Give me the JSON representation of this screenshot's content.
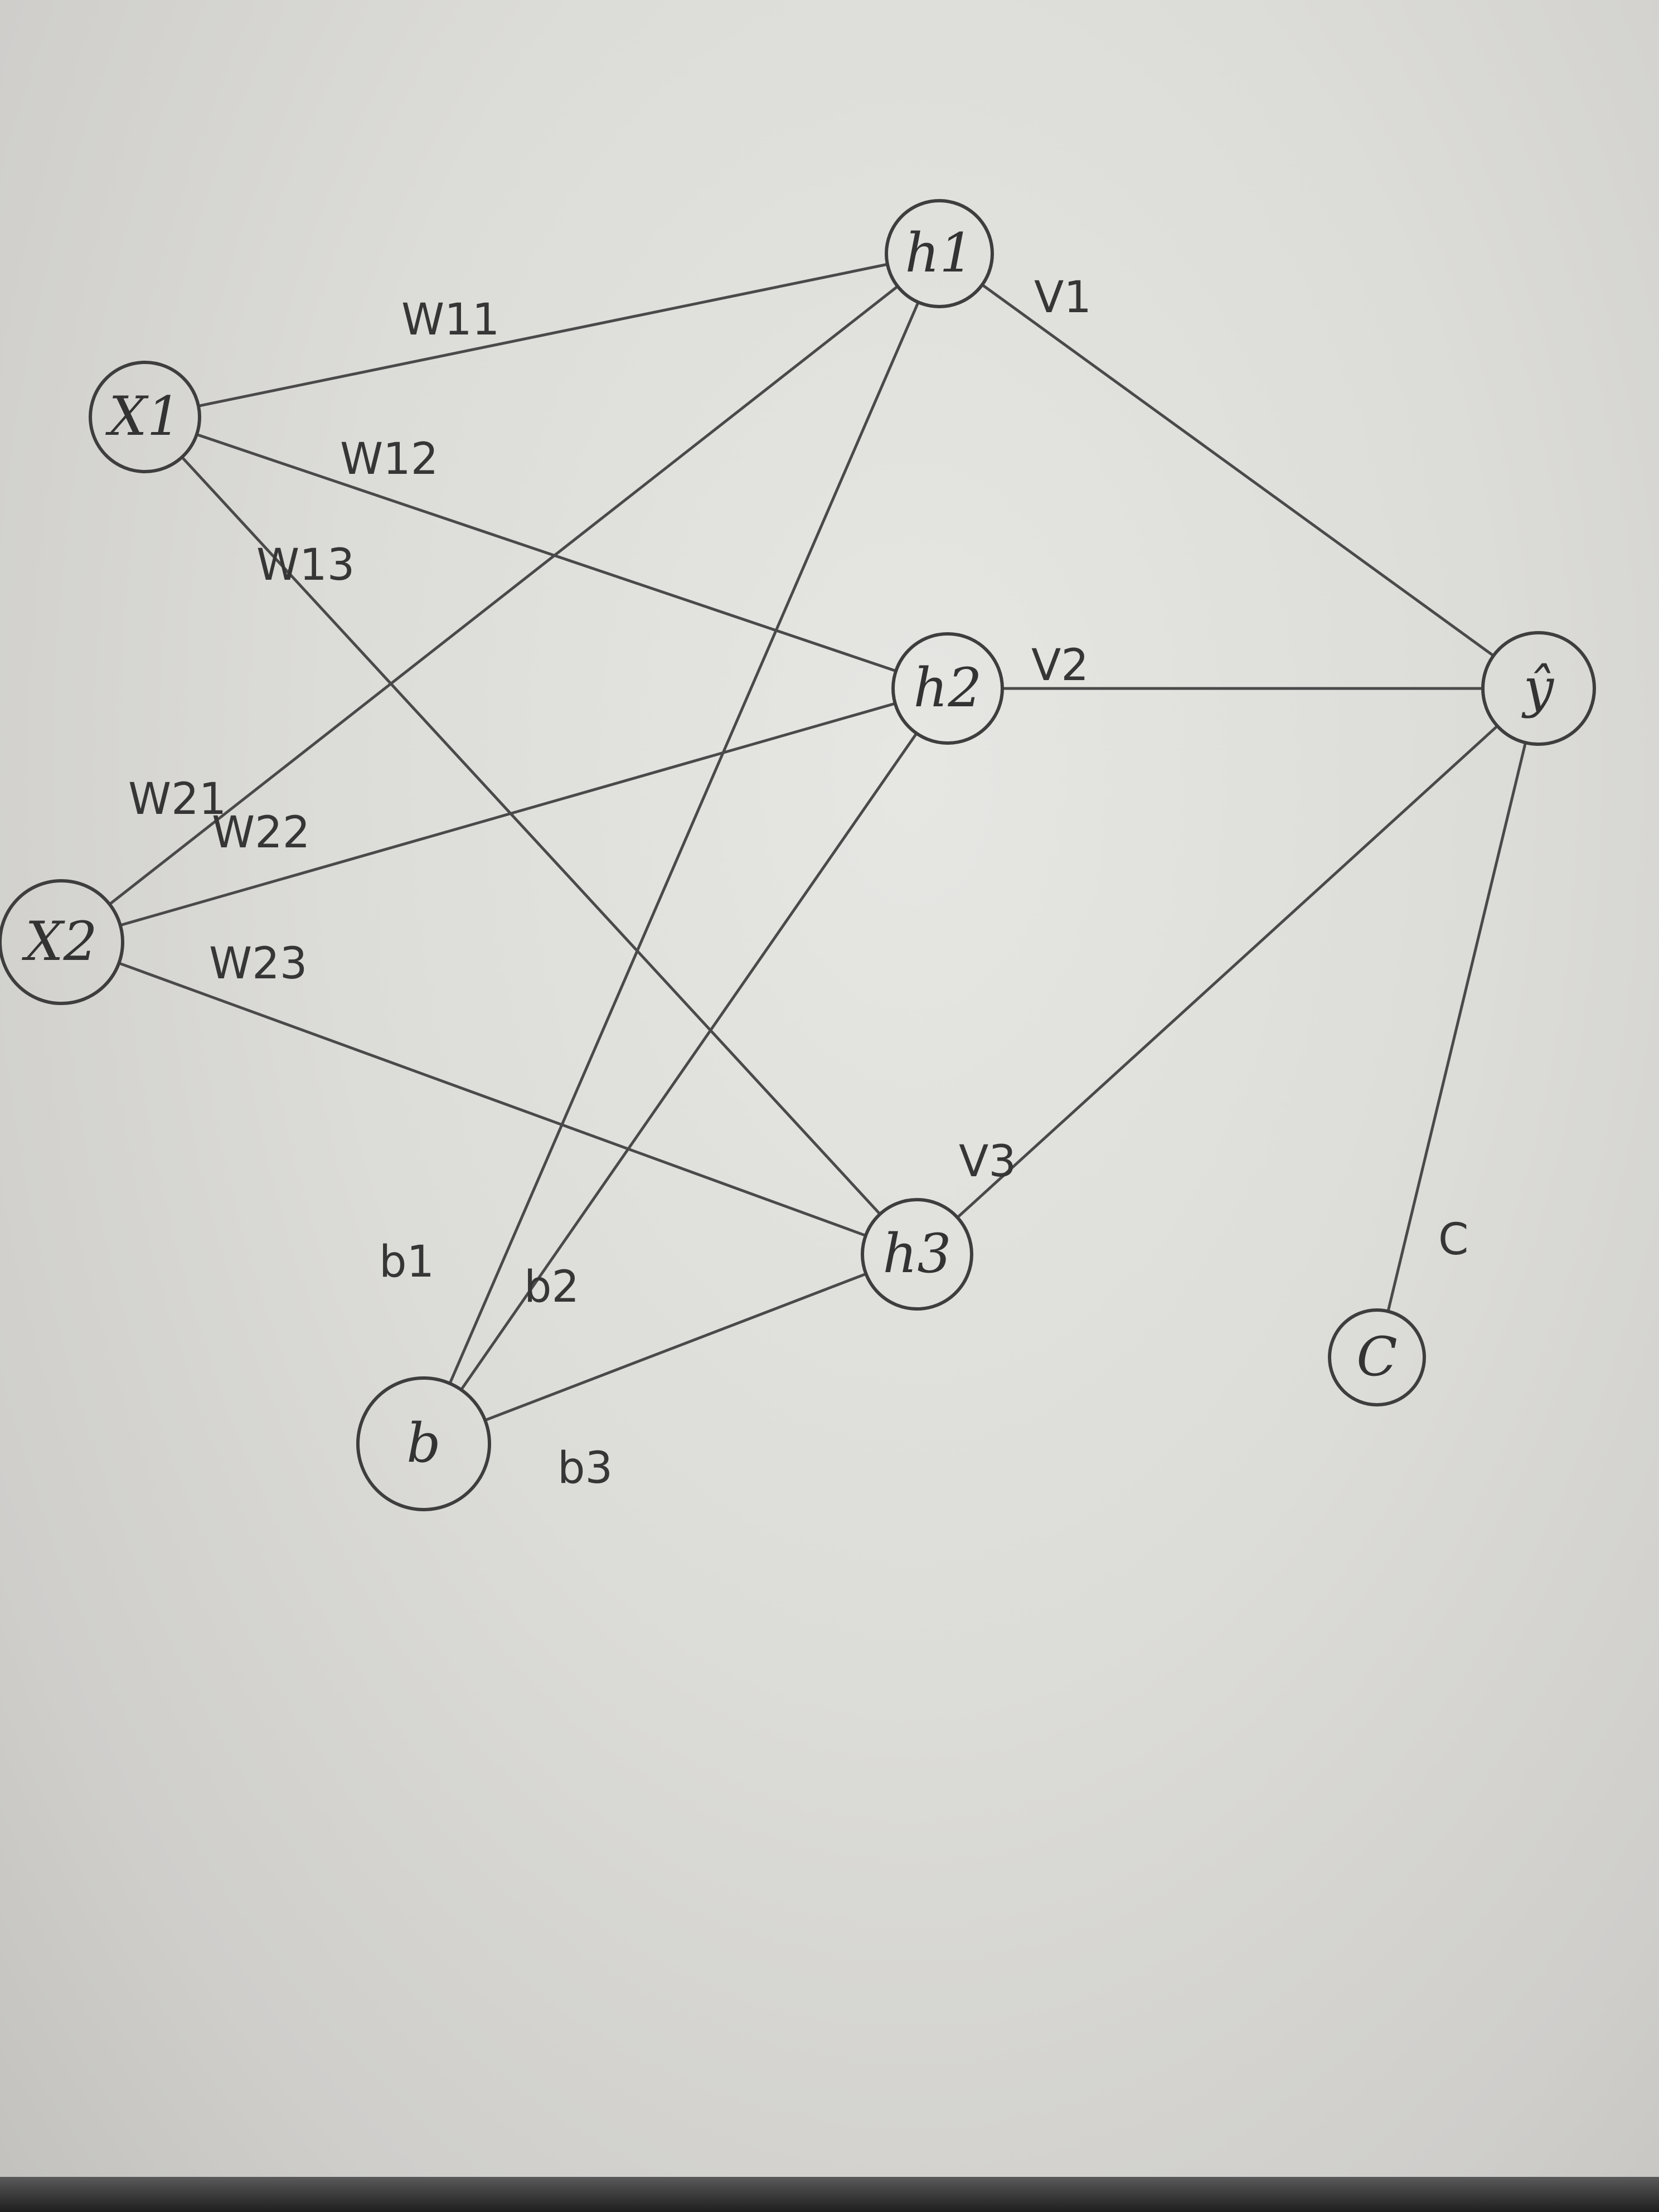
{
  "nodes": [
    {
      "id": "x1",
      "label": "X1"
    },
    {
      "id": "x2",
      "label": "X2"
    },
    {
      "id": "h1",
      "label": "h1"
    },
    {
      "id": "h2",
      "label": "h2"
    },
    {
      "id": "h3",
      "label": "h3"
    },
    {
      "id": "y",
      "label": "ŷ"
    },
    {
      "id": "b",
      "label": "b"
    },
    {
      "id": "c",
      "label": "C"
    }
  ],
  "edges": [
    {
      "from": "x1",
      "to": "h1",
      "label": "W11"
    },
    {
      "from": "x1",
      "to": "h2",
      "label": "W12"
    },
    {
      "from": "x1",
      "to": "h3",
      "label": "W13"
    },
    {
      "from": "x2",
      "to": "h1",
      "label": "W21"
    },
    {
      "from": "x2",
      "to": "h2",
      "label": "W22"
    },
    {
      "from": "x2",
      "to": "h3",
      "label": "W23"
    },
    {
      "from": "b",
      "to": "h1",
      "label": "b1"
    },
    {
      "from": "b",
      "to": "h2",
      "label": "b2"
    },
    {
      "from": "b",
      "to": "h3",
      "label": "b3"
    },
    {
      "from": "h1",
      "to": "y",
      "label": "V1"
    },
    {
      "from": "h2",
      "to": "y",
      "label": "V2"
    },
    {
      "from": "h3",
      "to": "y",
      "label": "V3"
    },
    {
      "from": "c",
      "to": "y",
      "label": "C"
    }
  ],
  "colors": {
    "ink": "#3e3e3e",
    "paper": "#dcdcd8"
  }
}
